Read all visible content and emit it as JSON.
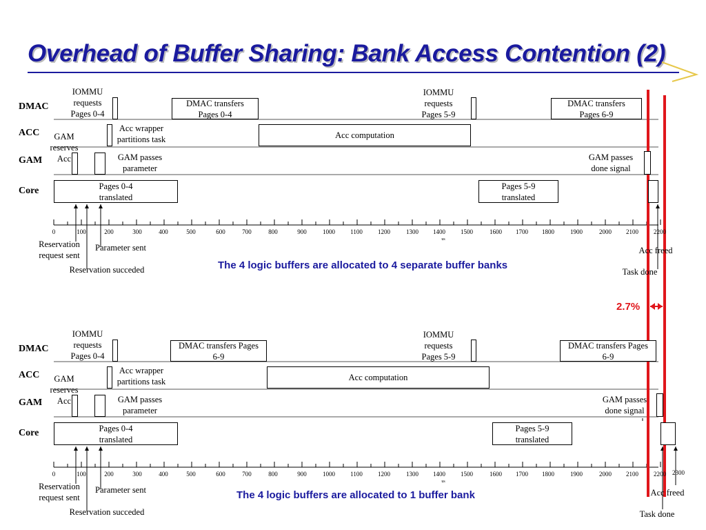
{
  "title": "Overhead of Buffer Sharing: Bank Access Contention (2)",
  "rows": [
    "DMAC",
    "ACC",
    "GAM",
    "Core"
  ],
  "axis_ticks": [
    "0",
    "100",
    "200",
    "300",
    "400",
    "500",
    "600",
    "700",
    "800",
    "900",
    "1000",
    "1100",
    "1200",
    "1300",
    "1400",
    "1500",
    "1600",
    "1700",
    "1800",
    "1900",
    "2000",
    "2100",
    "2200"
  ],
  "axis_unit": "us",
  "top": {
    "iommu1": [
      "IOMMU",
      "requests",
      "Pages 0-4"
    ],
    "iommu2": [
      "IOMMU",
      "requests",
      "Pages 5-9"
    ],
    "dmac_xfer1": "DMAC transfers\nPages 0-4",
    "dmac_xfer2": "DMAC transfers\nPages 6-9",
    "acc_wrapper": [
      "Acc wrapper",
      "partitions task"
    ],
    "acc_computation": "Acc computation",
    "gam_reserves": [
      "GAM",
      "reserves",
      "Acc"
    ],
    "gam_passes_param": "GAM passes\nparameter",
    "gam_passes_done": "GAM passes\ndone signal",
    "pages04": "Pages 0-4\ntranslated",
    "pages59": "Pages 5-9\ntranslated",
    "reservation_request": [
      "Reservation",
      "request sent"
    ],
    "parameter_sent": "Parameter sent",
    "reservation_succeded": "Reservation succeded",
    "acc_freed": "Acc freed",
    "task_done": "Task done",
    "caption": "The 4 logic buffers are allocated to 4 separate buffer banks"
  },
  "overhead_pct": "2.7%",
  "bottom": {
    "iommu1": [
      "IOMMU",
      "requests",
      "Pages 0-4"
    ],
    "iommu2": [
      "IOMMU",
      "requests",
      "Pages 5-9"
    ],
    "dmac_xfer1": "DMAC transfers  Pages\n6-9",
    "dmac_xfer2": "DMAC transfers  Pages\n6-9",
    "acc_wrapper": [
      "Acc wrapper",
      "partitions task"
    ],
    "acc_computation": "Acc computation",
    "gam_reserves": [
      "GAM",
      "reserves",
      "Acc"
    ],
    "gam_passes_param": "GAM passes\nparameter",
    "gam_passes_done": "GAM passes\ndone signal",
    "pages04": "Pages 0-4\ntranslated",
    "pages59": "Pages 5-9\ntranslated",
    "reservation_request": [
      "Reservation",
      "request sent"
    ],
    "parameter_sent": "Parameter sent",
    "reservation_succeded": "Reservation succeded",
    "acc_freed": "Acc freed",
    "task_done": "Task done",
    "axis_end": "2300",
    "caption": "The 4 logic buffers are allocated to 1 buffer bank"
  },
  "colors": {
    "title": "#1a1a9e",
    "marker": "#e0161b"
  }
}
